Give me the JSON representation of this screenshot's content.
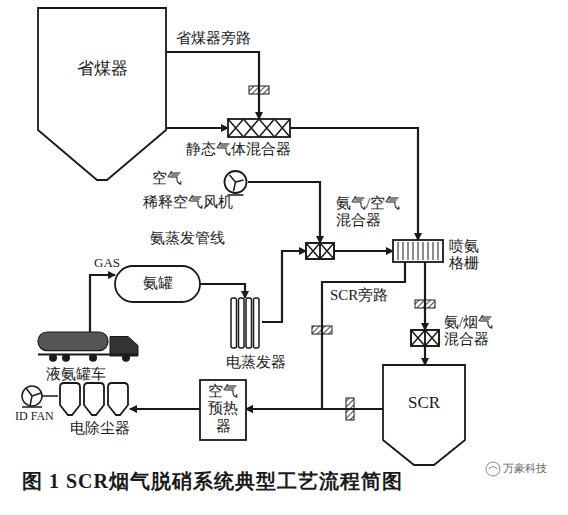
{
  "diagram": {
    "caption": "图 1 SCR烟气脱硝系统典型工艺流程简图",
    "nodes": [
      {
        "text": [
          "省煤器"
        ]
      },
      {
        "text": [
          "静态气体混合器"
        ]
      },
      {
        "text": [
          "稀释空气风机"
        ]
      },
      {
        "text": [
          "氨气/空气混合器"
        ]
      },
      {
        "text": [
          "喷氨格栅"
        ]
      },
      {
        "text": [
          "氨罐"
        ]
      },
      {
        "text": [
          "电蒸发器"
        ]
      },
      {
        "text": [
          "液氨罐车"
        ]
      },
      {
        "text": [
          "氨/烟气混合器"
        ]
      },
      {
        "text": [
          "SCR"
        ]
      },
      {
        "text": [
          "空气预热器"
        ]
      },
      {
        "text": [
          "电除尘器"
        ]
      }
    ],
    "edges": [
      {
        "from": 0,
        "to": 1,
        "arrow": "to"
      },
      {
        "from": 0,
        "to": 1,
        "arrow": "to"
      },
      {
        "from": 1,
        "to": 4,
        "arrow": "to"
      },
      {
        "from": 2,
        "to": 3,
        "arrow": "to"
      },
      {
        "from": 6,
        "to": 3,
        "arrow": "to"
      },
      {
        "from": 3,
        "to": 4,
        "arrow": "to"
      },
      {
        "from": 7,
        "to": 5,
        "arrow": "to"
      },
      {
        "from": 5,
        "to": 6,
        "arrow": "to"
      },
      {
        "from": 4,
        "to": 8,
        "arrow": "to"
      },
      {
        "from": 8,
        "to": 9,
        "arrow": "to"
      },
      {
        "from": 4,
        "to": 10,
        "arrow": "to"
      },
      {
        "from": 9,
        "to": 10,
        "arrow": "to"
      },
      {
        "from": 10,
        "to": 11,
        "arrow": "to"
      }
    ],
    "labels": [
      "省煤器旁路",
      "空气",
      "氨蒸发管线",
      "GAS",
      "SCR旁路",
      "ID FAN",
      "万豪科技"
    ]
  }
}
